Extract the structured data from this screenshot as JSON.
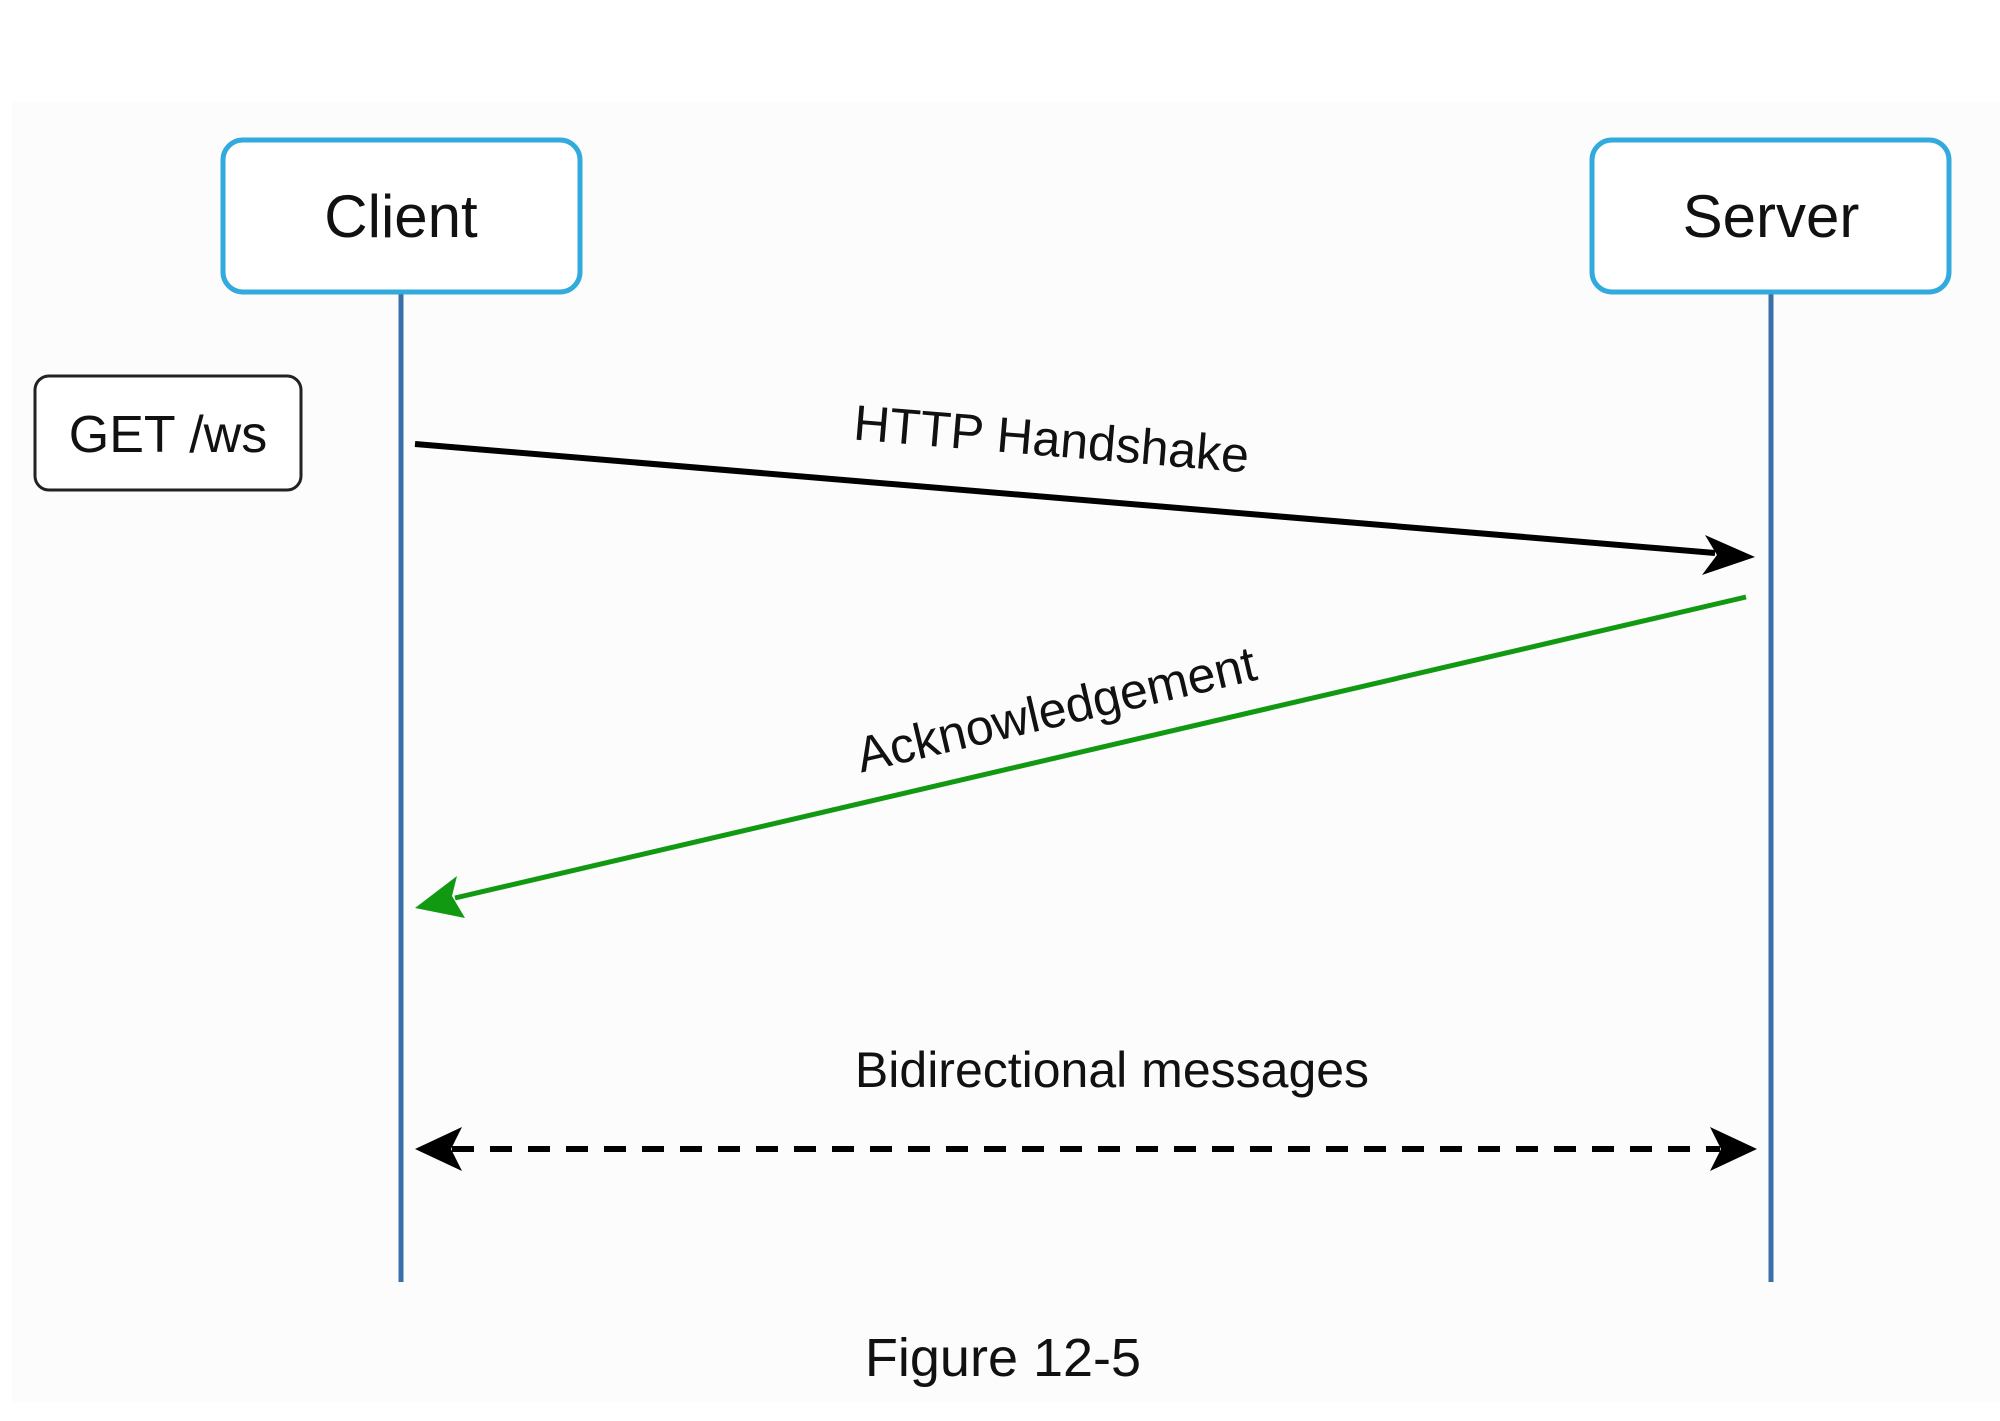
{
  "participants": {
    "client": {
      "label": "Client"
    },
    "server": {
      "label": "Server"
    }
  },
  "note": {
    "label": "GET /ws"
  },
  "messages": {
    "handshake": {
      "label": "HTTP Handshake",
      "direction": "client-to-server"
    },
    "acknowledgement": {
      "label": "Acknowledgement",
      "direction": "server-to-client"
    },
    "bidirectional": {
      "label": "Bidirectional messages",
      "direction": "both"
    }
  },
  "caption": {
    "label": "Figure 12-5"
  },
  "colors": {
    "actor_border": "#33aadd",
    "lifeline": "#3a6fa8",
    "handshake_arrow": "#000000",
    "acknowledgement_arrow": "#119911",
    "bidirectional_arrow": "#000000",
    "note_border": "#222222"
  }
}
